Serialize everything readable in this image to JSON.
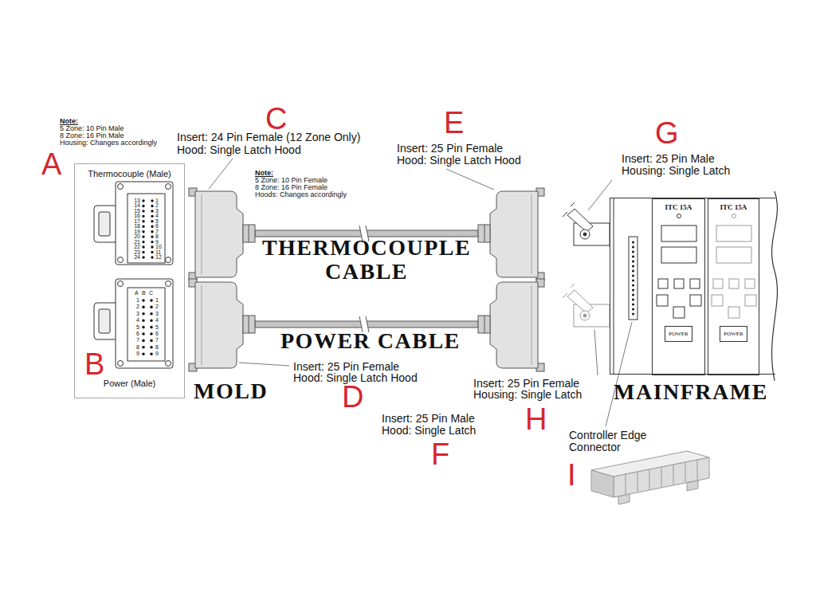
{
  "diagram": {
    "nodes": [
      {
        "text": [
          "Thermocouple (Male)",
          "Power (Male)"
        ]
      },
      {
        "text": [
          "MAINFRAME"
        ]
      },
      {
        "text": [
          "ITC 15A"
        ],
        "in": 1
      },
      {
        "text": [
          "POWER"
        ],
        "in": 2
      },
      {
        "text": [
          "ITC 15A"
        ],
        "in": 1
      },
      {
        "text": [
          "POWER"
        ],
        "in": 4
      }
    ],
    "labels": [
      "A",
      "Note:",
      "5 Zone: 10 Pin Male",
      "8 Zone: 16 Pin Male",
      "Housing: Changes accordingly",
      "C",
      "Insert: 24 Pin Female (12 Zone Only)",
      "Hood: Single Latch Hood",
      "Note:",
      "5 Zone: 10 Pin Female",
      "8 Zone: 16 Pin Female",
      "Hoods: Changes accordingly",
      "E",
      "Insert: 25 Pin Female",
      "Hood: Single Latch Hood",
      "G",
      "Insert: 25 Pin Male",
      "Housing: Single Latch",
      "THERMOCOUPLE CABLE",
      "POWER CABLE",
      "B",
      "MOLD",
      "Insert: 25 Pin Female",
      "Hood: Single Latch Hood",
      "D",
      "Insert: 25 Pin Female",
      "Housing: Single Latch",
      "H",
      "Insert: 25 Pin Male",
      "Hood: Single Latch",
      "F",
      "Controller Edge Connector",
      "I",
      "13",
      "1",
      "14",
      "2",
      "15",
      "3",
      "16",
      "4",
      "17",
      "5",
      "18",
      "6",
      "19",
      "7",
      "20",
      "8",
      "21",
      "9",
      "22",
      "10",
      "23",
      "11",
      "24",
      "12",
      "A",
      "B",
      "C",
      "1",
      "1",
      "2",
      "2",
      "3",
      "3",
      "4",
      "4",
      "5",
      "5",
      "6",
      "6",
      "7",
      "7",
      "8",
      "8",
      "9",
      "9"
    ]
  }
}
